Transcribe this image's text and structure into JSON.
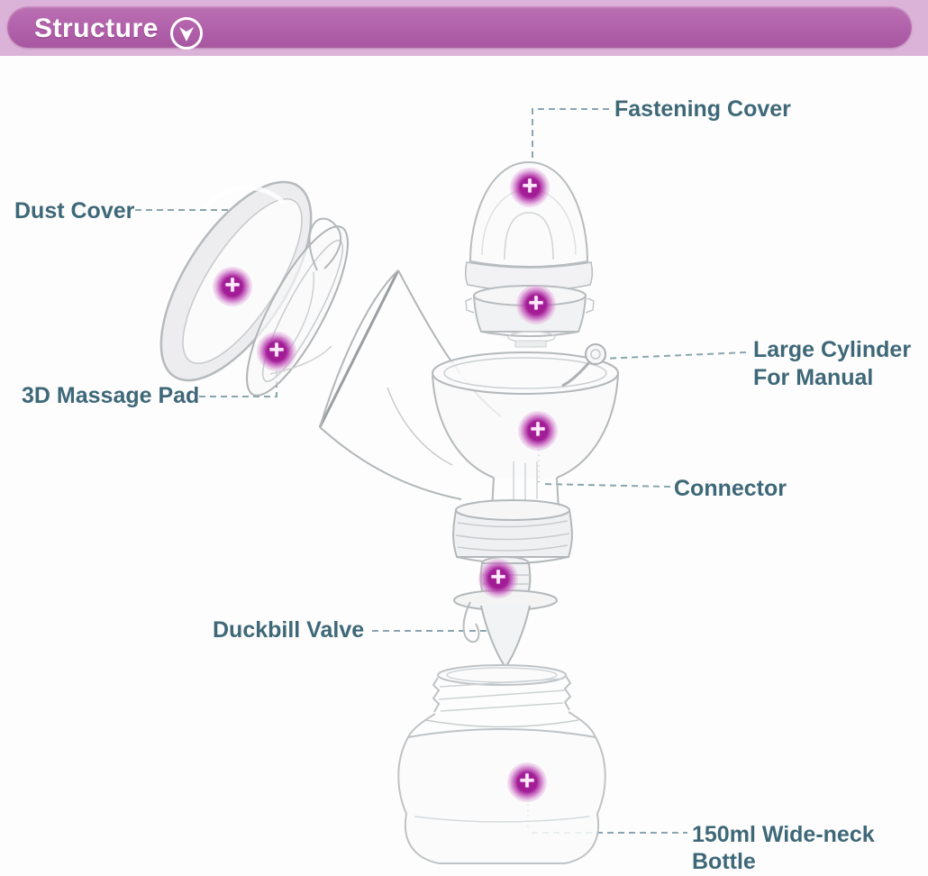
{
  "header": {
    "title": "Structure",
    "banner_color": "#b161aa",
    "strip_color": "#dcb3d8",
    "toggle_icon": "chevron-down-icon"
  },
  "diagram": {
    "label_color": "#3e6878",
    "leader_line_color": "#8aa5af",
    "marker_color": "#a21c96",
    "marker_icon": "plus-icon",
    "marker_symbol": "+",
    "parts": [
      {
        "id": "fastening-cover",
        "label": "Fastening Cover"
      },
      {
        "id": "dust-cover",
        "label": "Dust Cover"
      },
      {
        "id": "massage-pad",
        "label": "3D Massage Pad"
      },
      {
        "id": "large-cylinder",
        "label": "Large Cylinder For Manual"
      },
      {
        "id": "connector",
        "label": "Connector"
      },
      {
        "id": "duckbill-valve",
        "label": "Duckbill Valve"
      },
      {
        "id": "bottle",
        "label": "150ml Wide-neck Bottle"
      }
    ]
  }
}
